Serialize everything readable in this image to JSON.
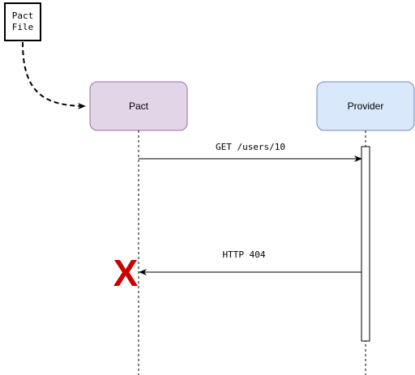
{
  "pact_file": {
    "line1": "Pact",
    "line2": "File"
  },
  "participants": {
    "pact": {
      "label": "Pact",
      "fill": "#e1d5e7",
      "stroke": "#9673a6"
    },
    "provider": {
      "label": "Provider",
      "fill": "#dae8fc",
      "stroke": "#6c8ebf"
    }
  },
  "messages": {
    "request": "GET /users/10",
    "response": "HTTP 404"
  },
  "failure": {
    "symbol": "X",
    "color": "#cc0000"
  }
}
